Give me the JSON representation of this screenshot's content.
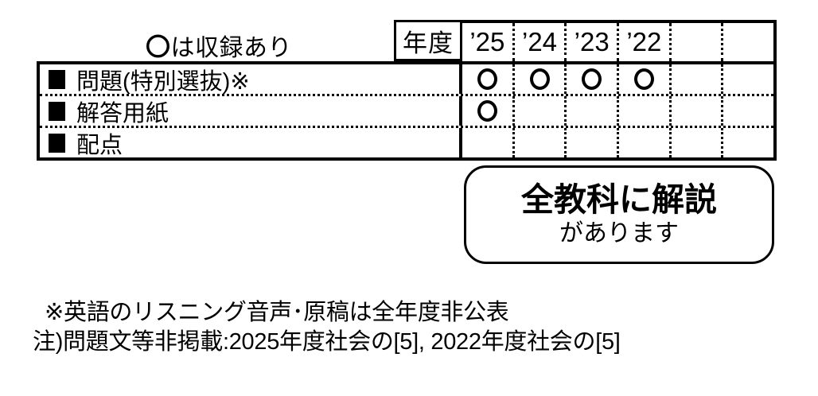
{
  "legend": {
    "circle": "〇",
    "text": "は収録あり"
  },
  "table": {
    "header_label": "年度",
    "columns": [
      "’25",
      "’24",
      "’23",
      "’22",
      "",
      ""
    ],
    "mark_meaning": "included",
    "rows": [
      {
        "label": "問題(特別選抜)※",
        "marks": [
          true,
          true,
          true,
          true,
          false,
          false
        ]
      },
      {
        "label": "解答用紙",
        "marks": [
          true,
          false,
          false,
          false,
          false,
          false
        ]
      },
      {
        "label": "配点",
        "marks": [
          false,
          false,
          false,
          false,
          false,
          false
        ]
      }
    ]
  },
  "callout": {
    "line1": "全教科に解説",
    "line2": "があります"
  },
  "notes": [
    "※英語のリスニング音声･原稿は全年度非公表",
    "注)問題文等非掲載:2025年度社会の[5], 2022年度社会の[5]"
  ],
  "colors": {
    "ink": "#000000",
    "background": "#ffffff"
  }
}
